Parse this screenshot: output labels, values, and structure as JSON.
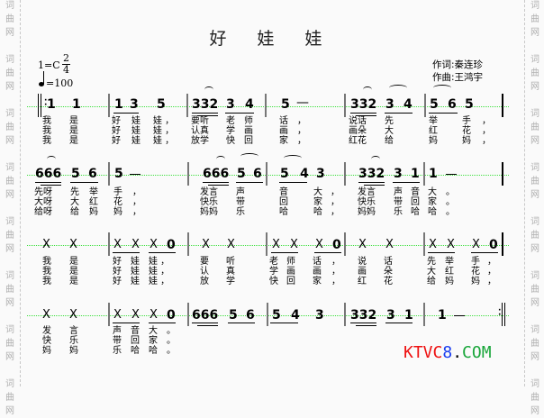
{
  "title": "好 娃 娃",
  "key": "1=C",
  "time_signature": {
    "numerator": "2",
    "denominator": "4"
  },
  "tempo": "=100",
  "credits": {
    "lyricist": "作词:秦连珍",
    "composer": "作曲:王鸿宇"
  },
  "watermark_glyphs": [
    "词",
    "曲",
    "网"
  ],
  "logo": {
    "k": "KTVC",
    "eight": "8",
    "dot": ".",
    "com": "COM",
    "colors": {
      "red": "#ee1111",
      "blue": "#1a3df0",
      "green": "#19a63a"
    }
  },
  "staff_line_color": "#3de03d",
  "rows": [
    {
      "notes": [
        "1",
        "1",
        "1",
        "3",
        "5",
        "332",
        "3",
        "4",
        "5",
        "—",
        "332",
        "3",
        "4",
        "5",
        "6",
        "5"
      ],
      "lyrics": [
        [
          "我",
          "是",
          "好",
          "娃",
          "娃，",
          "要听",
          "老",
          "师",
          "话",
          "，",
          "说话",
          "先",
          "举",
          "手",
          "，"
        ],
        [
          "我",
          "是",
          "好",
          "娃",
          "娃，",
          "认真",
          "学",
          "画",
          "画",
          "，",
          "画朵",
          "大",
          "红",
          "花",
          "，"
        ],
        [
          "我",
          "是",
          "好",
          "娃",
          "娃，",
          "放学",
          "快",
          "回",
          "家",
          "，",
          "红花",
          "给",
          "妈",
          "妈",
          "，"
        ]
      ]
    },
    {
      "notes": [
        "666",
        "5",
        "6",
        "5",
        "—",
        "666",
        "5",
        "6",
        "5",
        "4",
        "3",
        "332",
        "3",
        "1",
        "1",
        "—"
      ],
      "lyrics": [
        [
          "先呀",
          "先",
          "举",
          "手",
          "，",
          "发言",
          "声",
          "音",
          "大",
          "，",
          "发言",
          "声",
          "音",
          "大",
          "。"
        ],
        [
          "大呀",
          "大",
          "红",
          "花",
          "，",
          "快乐",
          "带",
          "回",
          "家",
          "，",
          "快乐",
          "带",
          "回",
          "家",
          "。"
        ],
        [
          "给呀",
          "给",
          "妈",
          "妈",
          "，",
          "妈妈",
          "乐",
          "哈",
          "哈",
          "，",
          "妈妈",
          "乐",
          "哈",
          "哈",
          "。"
        ]
      ]
    },
    {
      "notes": [
        "X",
        "X",
        "X",
        "X",
        "X",
        "0",
        "X",
        "X",
        "X",
        "X",
        "X",
        "0",
        "X",
        "X",
        "X",
        "X",
        "X",
        "0"
      ],
      "lyrics": [
        [
          "我",
          "是",
          "好",
          "娃",
          "娃",
          "，",
          "要",
          "听",
          "老",
          "师",
          "话",
          "，",
          "说",
          "话",
          "先",
          "举",
          "手",
          "，"
        ],
        [
          "我",
          "是",
          "好",
          "娃",
          "娃",
          "，",
          "认",
          "真",
          "学",
          "画",
          "画",
          "，",
          "画",
          "朵",
          "大",
          "红",
          "花",
          "，"
        ],
        [
          "我",
          "是",
          "好",
          "娃",
          "娃",
          "，",
          "放",
          "学",
          "快",
          "回",
          "家",
          "，",
          "红",
          "花",
          "给",
          "妈",
          "妈",
          "，"
        ]
      ]
    },
    {
      "notes": [
        "X",
        "X",
        "X",
        "X",
        "X",
        "0",
        "666",
        "5",
        "6",
        "5",
        "4",
        "3",
        "332",
        "3",
        "1",
        "1",
        "—"
      ],
      "lyrics": [
        [
          "发",
          "言",
          "声",
          "音",
          "大",
          "。"
        ],
        [
          "快",
          "乐",
          "带",
          "回",
          "家",
          "。"
        ],
        [
          "妈",
          "妈",
          "乐",
          "哈",
          "哈",
          "。"
        ]
      ]
    }
  ],
  "display": {
    "r1": {
      "n1": "1",
      "n2": "1",
      "n3": "1",
      "n4": "3",
      "n5": "5",
      "n6": "332",
      "n7": "3",
      "n8": "4",
      "n9": "5",
      "d1": "—",
      "n10": "332",
      "n11": "3",
      "n12": "4",
      "n13": "5",
      "n14": "6",
      "n15": "5"
    },
    "r2": {
      "n1": "666",
      "n2": "5",
      "n3": "6",
      "n4": "5",
      "n5": "666",
      "n6": "5",
      "n7": "6",
      "n8": "5",
      "n9": "4",
      "n10": "3",
      "n11": "332",
      "n12": "3",
      "n13": "1",
      "n14": "1"
    },
    "r3": {
      "x": "X",
      "z": "0"
    },
    "r4": {
      "x": "X",
      "z": "0",
      "n1": "666",
      "n2": "5",
      "n3": "6",
      "n4": "5",
      "n5": "4",
      "n6": "3",
      "n7": "332",
      "n8": "3",
      "n9": "1",
      "n10": "1"
    },
    "L1": {
      "c1": "我\n我\n我",
      "c2": "是\n是\n是",
      "c3": "好\n好\n好",
      "c4": "娃\n娃\n娃",
      "c5": "娃 ，\n娃 ，\n娃 ，",
      "c6": "要听\n认真\n放学",
      "c7": "老\n学\n快",
      "c8": "师\n画\n回",
      "c9": "话\n画\n家",
      "c10": "，\n，\n，",
      "c11": "说话\n画朵\n红花",
      "c12": "先\n大\n给",
      "c13": "举\n红\n妈",
      "c14": "手\n花\n妈",
      "c15": "，\n，\n，"
    },
    "L2": {
      "c1": "先呀\n大呀\n给呀",
      "c2": "先\n大\n给",
      "c3": "举\n红\n妈",
      "c4": "手\n花\n妈",
      "c5": "，\n，\n，",
      "c6": "发言\n快乐\n妈妈",
      "c7": "声\n带\n乐",
      "c8": "音\n回\n哈",
      "c9": "大\n家\n哈",
      "c10": "，\n，\n，",
      "c11": "发言\n快乐\n妈妈",
      "c12": "声\n带\n乐",
      "c13": "音\n回\n哈",
      "c14": "大\n家\n哈",
      "c15": "。\n。\n。"
    },
    "L3": {
      "c1": "我\n我\n我",
      "c2": "是\n是\n是",
      "c3": "好\n好\n好",
      "c4": "娃\n娃\n娃",
      "c5": "娃 ，\n娃 ，\n娃 ，",
      "c6": "要\n认\n放",
      "c7": "听\n真\n学",
      "c8": "老\n学\n快",
      "c9": "师\n画\n回",
      "c10": "话\n画\n家",
      "c11": "，\n，\n，",
      "c12": "说\n画\n红",
      "c13": "话\n朵\n花",
      "c14": "先\n大\n给",
      "c15": "举\n红\n妈",
      "c16": "手\n花\n妈",
      "c17": "，\n，\n，"
    },
    "L4": {
      "c1": "发\n快\n妈",
      "c2": "言\n乐\n妈",
      "c3": "声\n带\n乐",
      "c4": "音\n回\n哈",
      "c5": "大\n家\n哈",
      "c6": "。\n。\n。"
    }
  }
}
